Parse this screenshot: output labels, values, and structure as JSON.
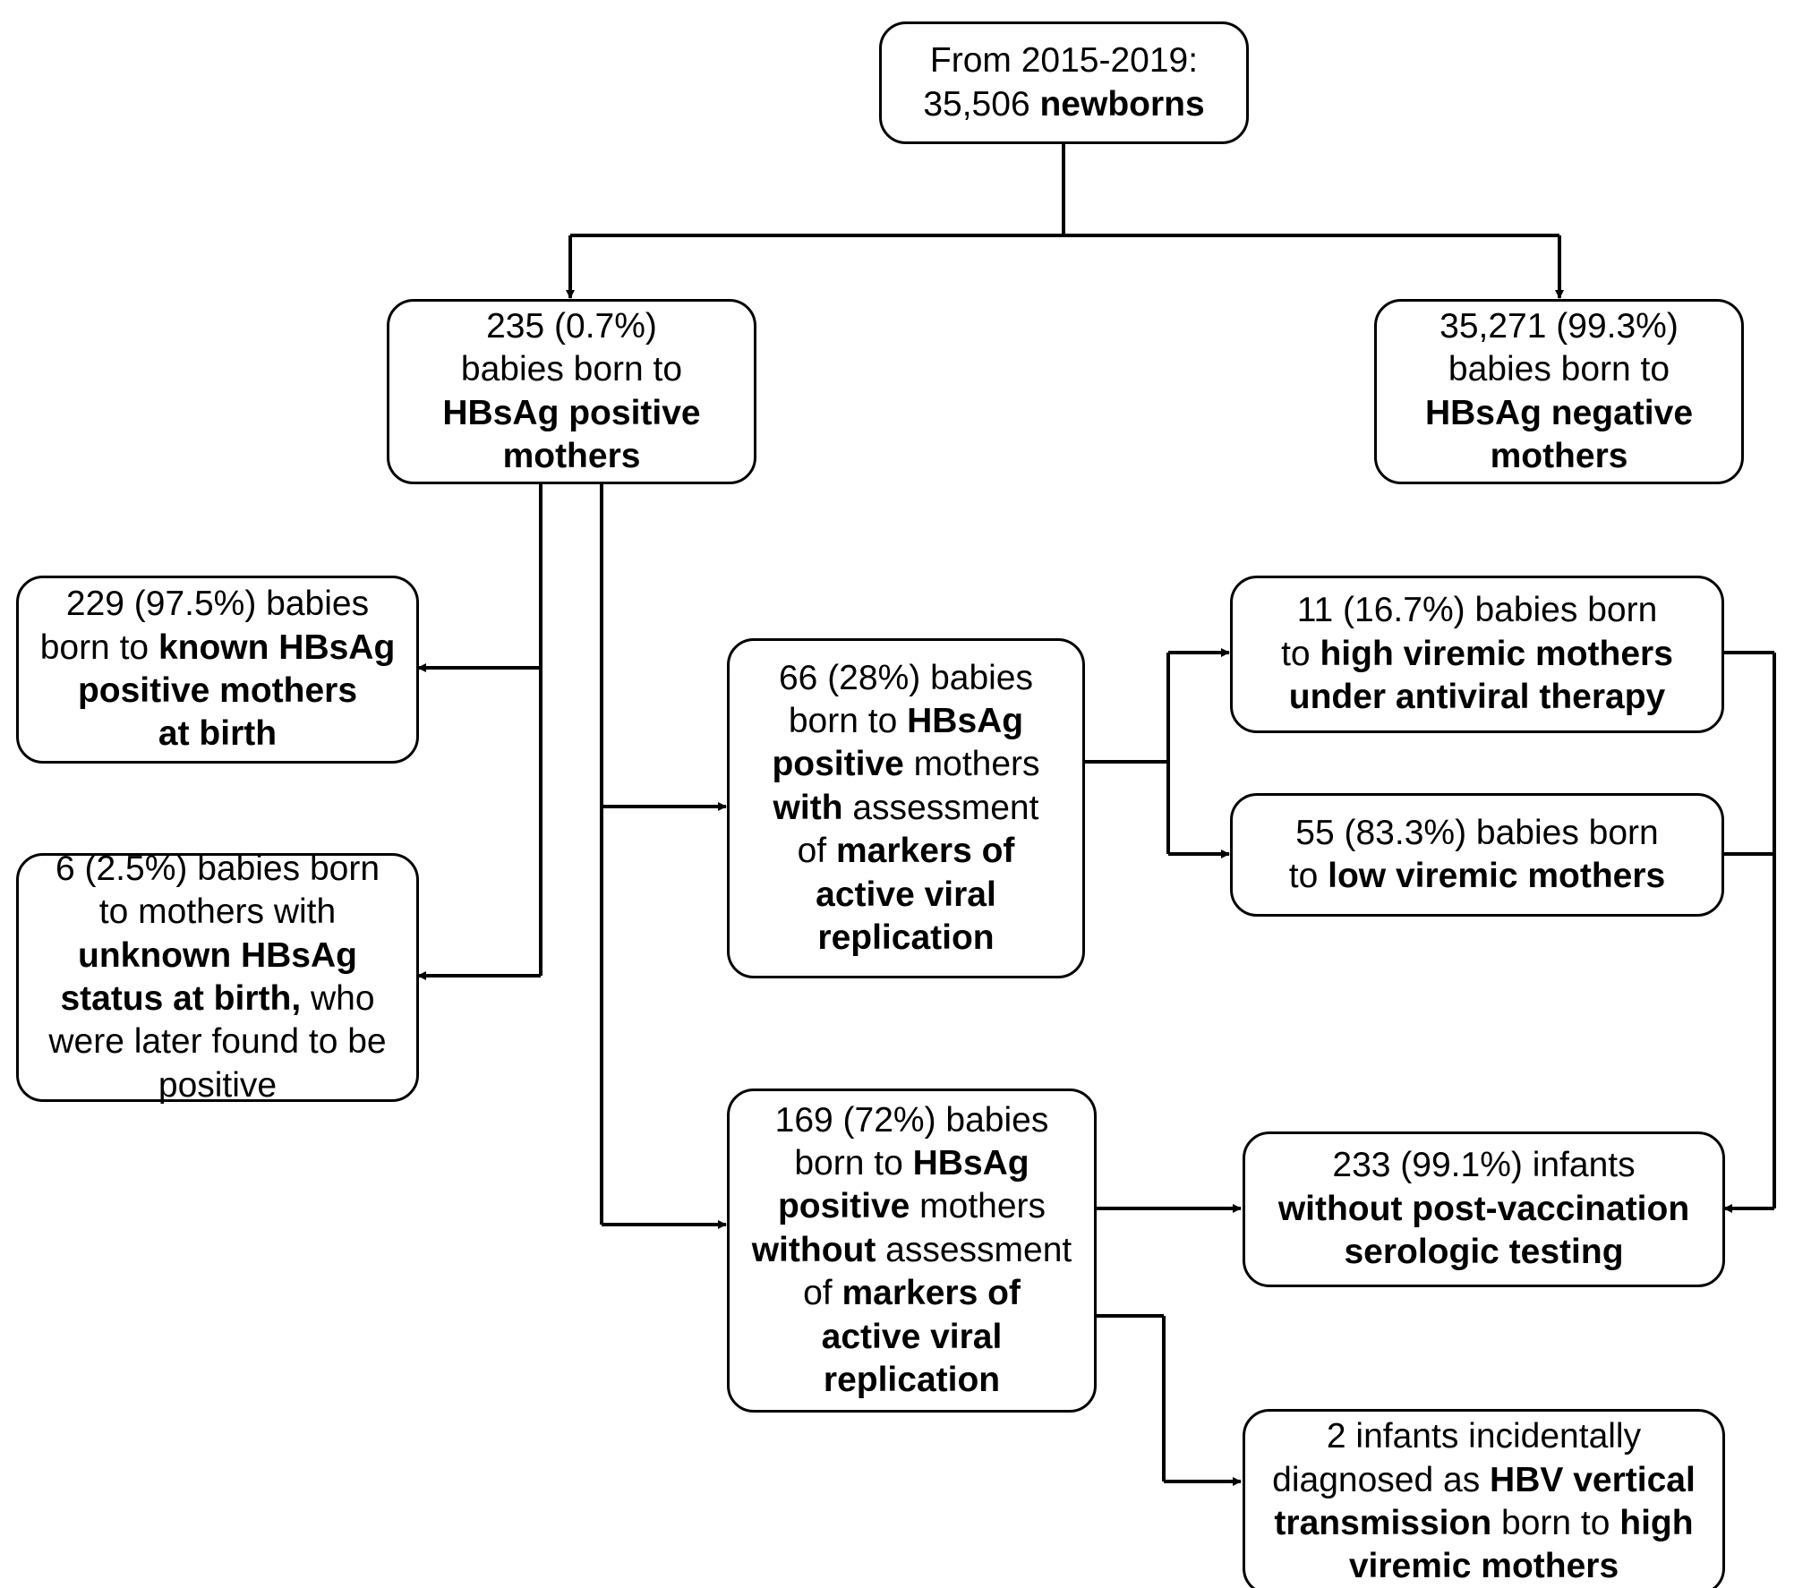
{
  "nodes": {
    "root": {
      "parts": [
        {
          "t": "From 2015-2019:",
          "b": false
        },
        {
          "br": true
        },
        {
          "t": "35,506 ",
          "b": false
        },
        {
          "t": "newborns",
          "b": true
        }
      ]
    },
    "positive": {
      "parts": [
        {
          "t": "235 (0.7%)",
          "b": false
        },
        {
          "br": true
        },
        {
          "t": "babies born to",
          "b": false
        },
        {
          "br": true
        },
        {
          "t": "HBsAg positive",
          "b": true
        },
        {
          "br": true
        },
        {
          "t": "mothers",
          "b": true
        }
      ]
    },
    "negative": {
      "parts": [
        {
          "t": "35,271 (99.3%)",
          "b": false
        },
        {
          "br": true
        },
        {
          "t": "babies born to",
          "b": false
        },
        {
          "br": true
        },
        {
          "t": "HBsAg negative",
          "b": true
        },
        {
          "br": true
        },
        {
          "t": "mothers",
          "b": true
        }
      ]
    },
    "known": {
      "parts": [
        {
          "t": "229 (97.5%) babies",
          "b": false
        },
        {
          "br": true
        },
        {
          "t": "born to ",
          "b": false
        },
        {
          "t": "known HBsAg",
          "b": true
        },
        {
          "br": true
        },
        {
          "t": "positive mothers",
          "b": true
        },
        {
          "br": true
        },
        {
          "t": "at birth",
          "b": true
        }
      ]
    },
    "unknown": {
      "parts": [
        {
          "t": "6 (2.5%) babies born",
          "b": false
        },
        {
          "br": true
        },
        {
          "t": "to mothers with",
          "b": false
        },
        {
          "br": true
        },
        {
          "t": "unknown HBsAg",
          "b": true
        },
        {
          "br": true
        },
        {
          "t": "status at birth,",
          "b": true
        },
        {
          "t": " who",
          "b": false
        },
        {
          "br": true
        },
        {
          "t": "were later found to be",
          "b": false
        },
        {
          "br": true
        },
        {
          "t": "positive",
          "b": false
        }
      ]
    },
    "with": {
      "parts": [
        {
          "t": "66 (28%) babies",
          "b": false
        },
        {
          "br": true
        },
        {
          "t": "born to ",
          "b": false
        },
        {
          "t": "HBsAg",
          "b": true
        },
        {
          "br": true
        },
        {
          "t": "positive",
          "b": true
        },
        {
          "t": " mothers",
          "b": false
        },
        {
          "br": true
        },
        {
          "t": "with",
          "b": true
        },
        {
          "t": " assessment",
          "b": false
        },
        {
          "br": true
        },
        {
          "t": "of ",
          "b": false
        },
        {
          "t": "markers of",
          "b": true
        },
        {
          "br": true
        },
        {
          "t": "active viral",
          "b": true
        },
        {
          "br": true
        },
        {
          "t": "replication",
          "b": true
        }
      ]
    },
    "without": {
      "parts": [
        {
          "t": "169 (72%) babies",
          "b": false
        },
        {
          "br": true
        },
        {
          "t": "born to ",
          "b": false
        },
        {
          "t": "HBsAg",
          "b": true
        },
        {
          "br": true
        },
        {
          "t": "positive",
          "b": true
        },
        {
          "t": " mothers",
          "b": false
        },
        {
          "br": true
        },
        {
          "t": "without",
          "b": true
        },
        {
          "t": " assessment",
          "b": false
        },
        {
          "br": true
        },
        {
          "t": "of ",
          "b": false
        },
        {
          "t": "markers of",
          "b": true
        },
        {
          "br": true
        },
        {
          "t": "active viral",
          "b": true
        },
        {
          "br": true
        },
        {
          "t": "replication",
          "b": true
        }
      ]
    },
    "high": {
      "parts": [
        {
          "t": "11 (16.7%) babies born",
          "b": false
        },
        {
          "br": true
        },
        {
          "t": "to ",
          "b": false
        },
        {
          "t": "high viremic mothers",
          "b": true
        },
        {
          "br": true
        },
        {
          "t": "under antiviral therapy",
          "b": true
        }
      ]
    },
    "low": {
      "parts": [
        {
          "t": "55 (83.3%) babies born",
          "b": false
        },
        {
          "br": true
        },
        {
          "t": "to ",
          "b": false
        },
        {
          "t": "low viremic mothers",
          "b": true
        }
      ]
    },
    "nopvst": {
      "parts": [
        {
          "t": "233 (99.1%) infants",
          "b": false
        },
        {
          "br": true
        },
        {
          "t": "without post-vaccination",
          "b": true
        },
        {
          "br": true
        },
        {
          "t": "serologic testing",
          "b": true
        }
      ]
    },
    "hbv": {
      "parts": [
        {
          "t": "2  infants incidentally",
          "b": false
        },
        {
          "br": true
        },
        {
          "t": "diagnosed as ",
          "b": false
        },
        {
          "t": "HBV vertical",
          "b": true
        },
        {
          "br": true
        },
        {
          "t": "transmission",
          "b": true
        },
        {
          "t": " born to ",
          "b": false
        },
        {
          "t": "high",
          "b": true
        },
        {
          "br": true
        },
        {
          "t": "viremic mothers",
          "b": true
        }
      ]
    }
  }
}
